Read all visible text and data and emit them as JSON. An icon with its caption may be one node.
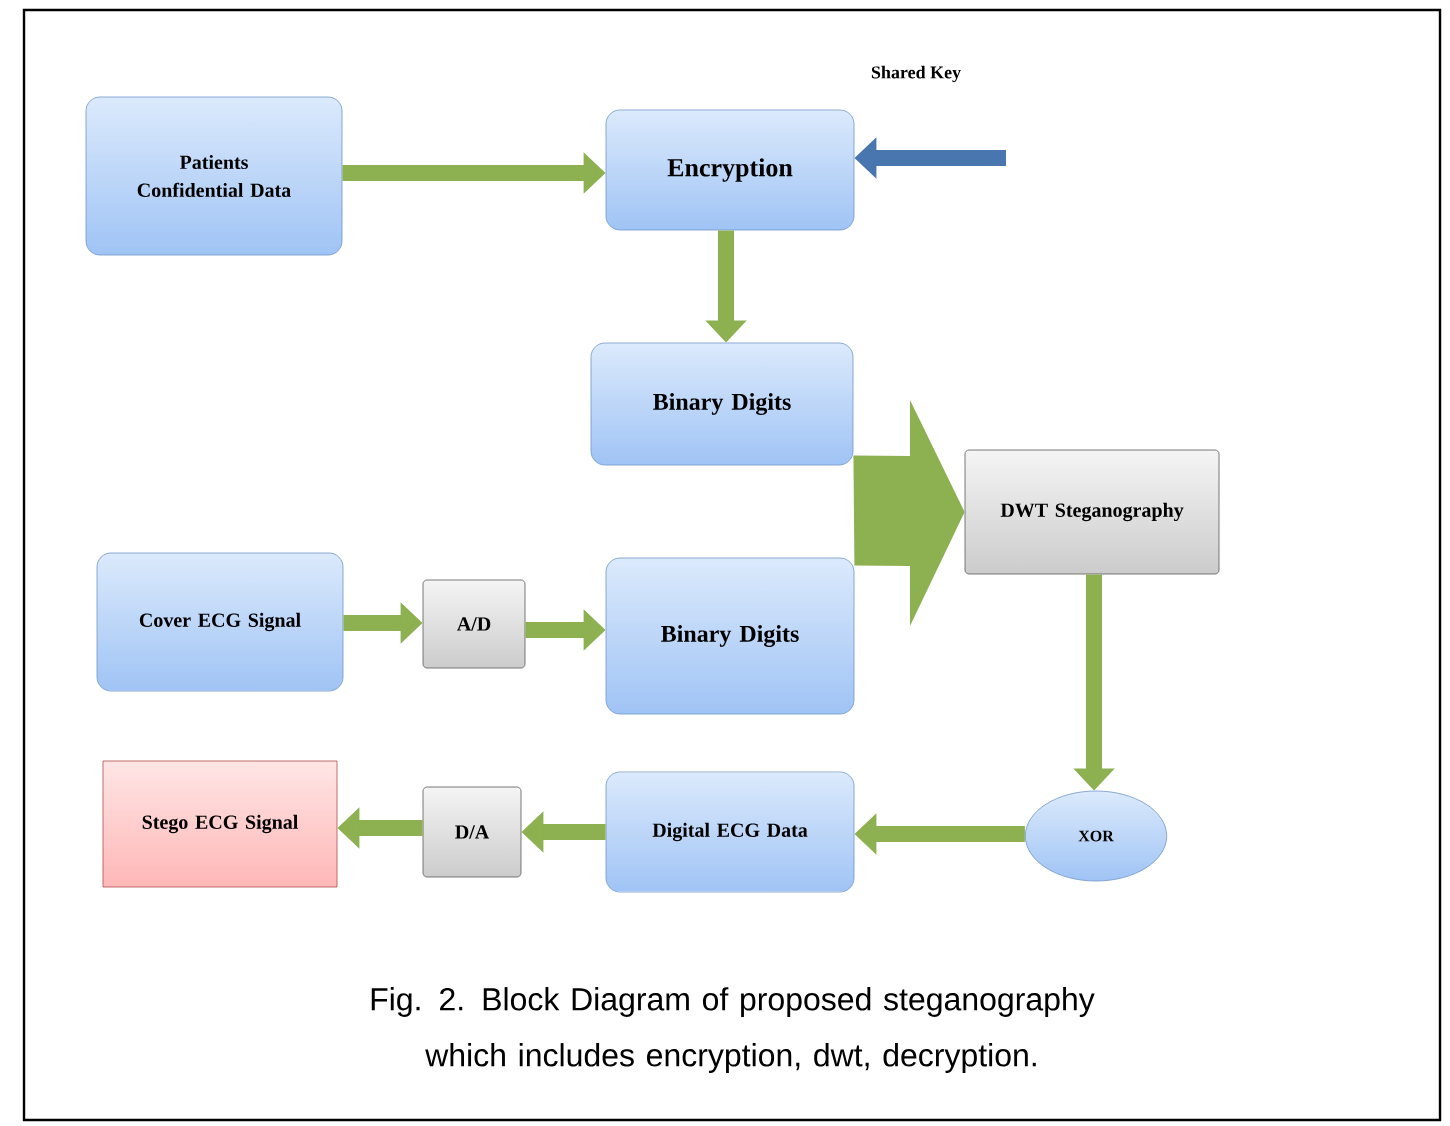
{
  "diagram": {
    "caption": "Fig. 2. Block Diagram of proposed steganography which includes encryption, dwt, decryption.",
    "nodes": [
      {
        "text": [
          "Patients Confidential Data"
        ]
      },
      {
        "text": [
          "Encryption"
        ]
      },
      {
        "text": [
          "Binary Digits"
        ]
      },
      {
        "text": [
          "DWT Steganography"
        ]
      },
      {
        "text": [
          "Cover ECG Signal"
        ]
      },
      {
        "text": [
          "A/D"
        ]
      },
      {
        "text": [
          "Binary Digits"
        ]
      },
      {
        "text": [
          "XOR"
        ]
      },
      {
        "text": [
          "Digital ECG Data"
        ]
      },
      {
        "text": [
          "D/A"
        ]
      },
      {
        "text": [
          "Stego ECG Signal"
        ]
      }
    ],
    "edges": [
      {
        "from": 0,
        "to": 1,
        "arrow": "to"
      },
      {
        "from": null,
        "to": 1,
        "arrow": "to",
        "color": "#4a76b0"
      },
      {
        "from": 1,
        "to": 2,
        "arrow": "to"
      },
      {
        "from": 2,
        "to": 3,
        "arrow": "to"
      },
      {
        "from": 6,
        "to": 3,
        "arrow": "to"
      },
      {
        "from": 4,
        "to": 5,
        "arrow": "to"
      },
      {
        "from": 5,
        "to": 6,
        "arrow": "to"
      },
      {
        "from": 3,
        "to": 7,
        "arrow": "to"
      },
      {
        "from": 7,
        "to": 8,
        "arrow": "to"
      },
      {
        "from": 8,
        "to": 9,
        "arrow": "to"
      },
      {
        "from": 9,
        "to": 10,
        "arrow": "to"
      }
    ],
    "labels": [
      "Shared Key"
    ]
  }
}
